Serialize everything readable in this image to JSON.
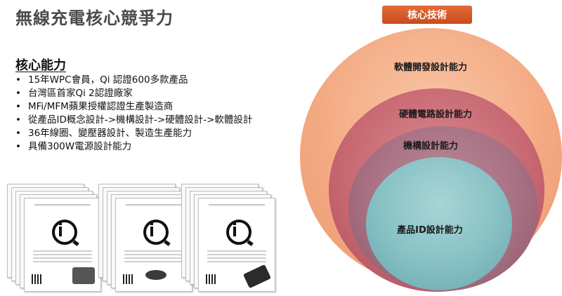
{
  "slide": {
    "title": "無線充電核心競爭力",
    "section_heading": "核心能力",
    "bullets": [
      "15年WPC會員，Qi 認證600多款產品",
      "台灣區首家Qi 2認證廠家",
      "MFi/MFM蘋果授權認證生產製造商",
      "從產品ID概念設計->機構設計->硬體設計->軟體設計",
      "36年線圈、變壓器設計、製造生產能力",
      "具備300W電源設計能力"
    ]
  },
  "certificates": {
    "icon": "qi-logo-icon",
    "groups": [
      {
        "product": "charging-pad"
      },
      {
        "product": "wireless-charger-disc"
      },
      {
        "product": "phone-on-charger"
      }
    ]
  },
  "diagram": {
    "badge": "核心技術",
    "badge_color": "#d4582a",
    "layers": [
      {
        "label": "軟體開發設計能力",
        "color": "#f3a982"
      },
      {
        "label": "硬體電路設計能力",
        "color": "#c66670"
      },
      {
        "label": "機構設計能力",
        "color": "#a87183"
      },
      {
        "label": "產品ID設計能力",
        "color": "#86c0c3"
      }
    ]
  }
}
